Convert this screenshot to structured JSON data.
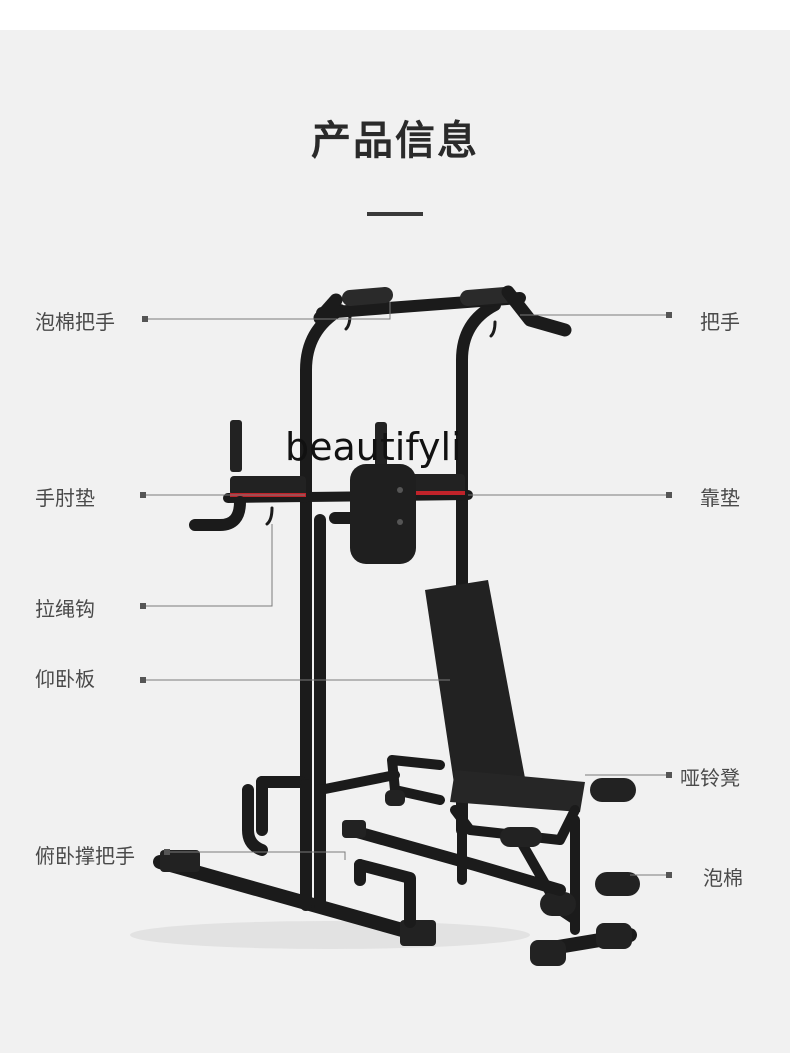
{
  "title": "产品信息",
  "watermark": "beautifyli",
  "labels": {
    "foam_handle": "泡棉把手",
    "handle": "把手",
    "elbow_pad": "手肘垫",
    "back_pad": "靠垫",
    "rope_hook": "拉绳钩",
    "situp_board": "仰卧板",
    "dumbbell_bench": "哑铃凳",
    "pushup_handle": "俯卧撑把手",
    "foam": "泡棉"
  },
  "colors": {
    "background": "#f1f1f1",
    "frame": "#1b1b1b",
    "accent_stitch": "#c0232a"
  }
}
